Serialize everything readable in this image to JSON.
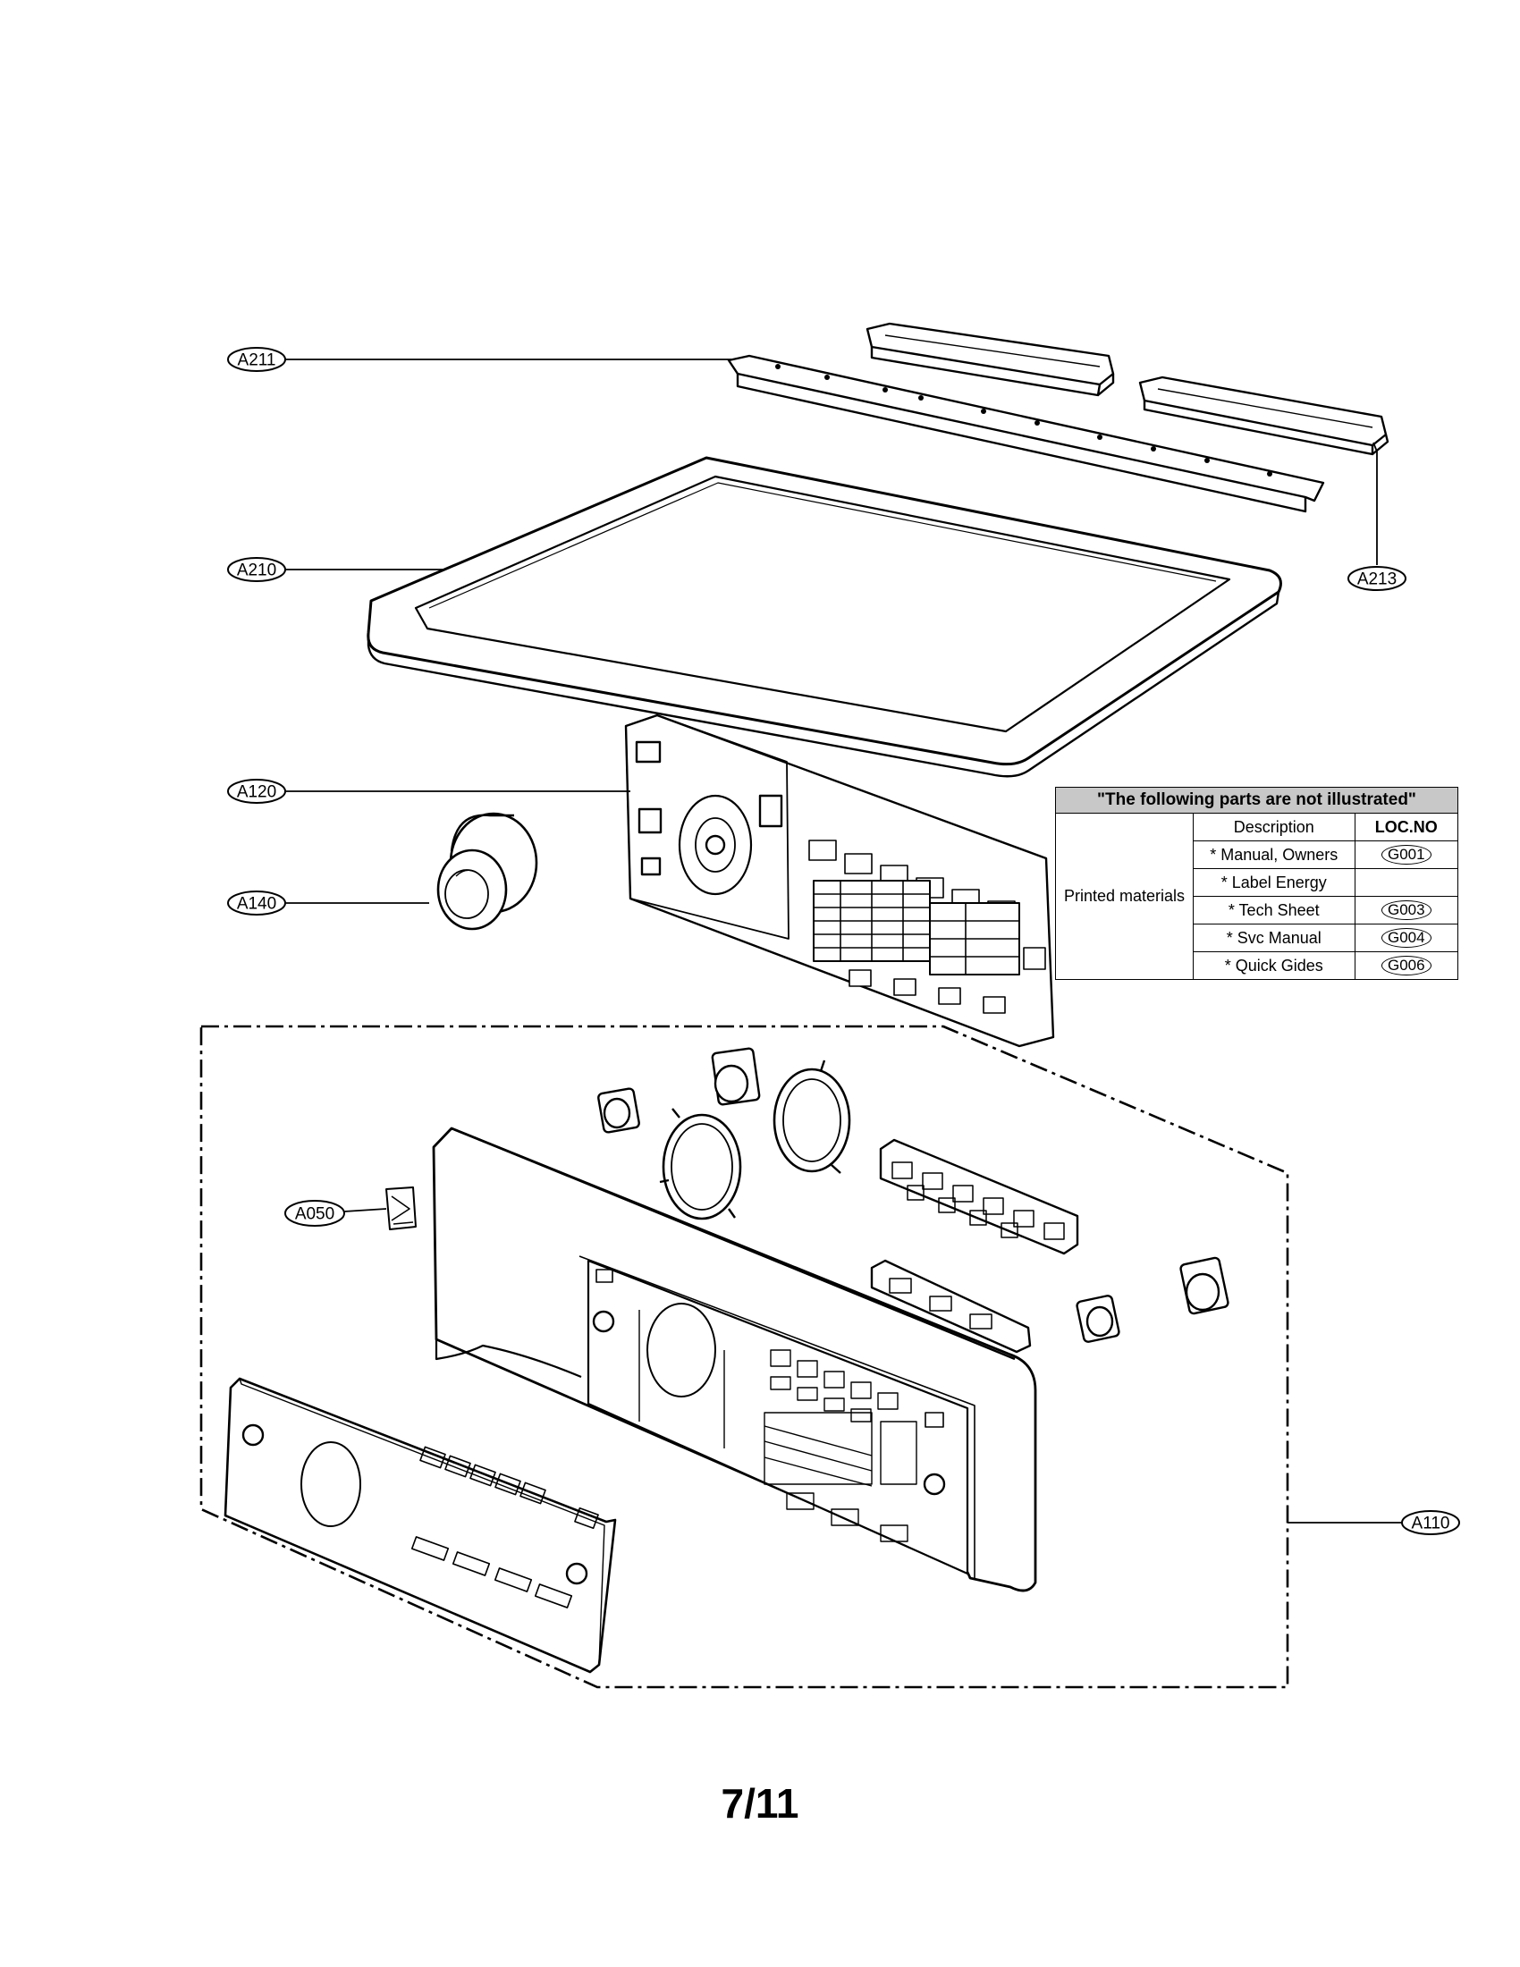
{
  "callouts": {
    "a211": "A211",
    "a210": "A210",
    "a213": "A213",
    "a120": "A120",
    "a140": "A140",
    "a050": "A050",
    "a110": "A110"
  },
  "table": {
    "title": "\"The following parts are not illustrated\"",
    "header_description": "Description",
    "header_loc": "LOC.NO",
    "category": "Printed materials",
    "rows": [
      {
        "description": "* Manual, Owners",
        "loc": "G001"
      },
      {
        "description": "* Label Energy",
        "loc": ""
      },
      {
        "description": "* Tech Sheet",
        "loc": "G003"
      },
      {
        "description": "* Svc Manual",
        "loc": "G004"
      },
      {
        "description": "* Quick Gides",
        "loc": "G006"
      }
    ]
  },
  "page_number": "7/11"
}
